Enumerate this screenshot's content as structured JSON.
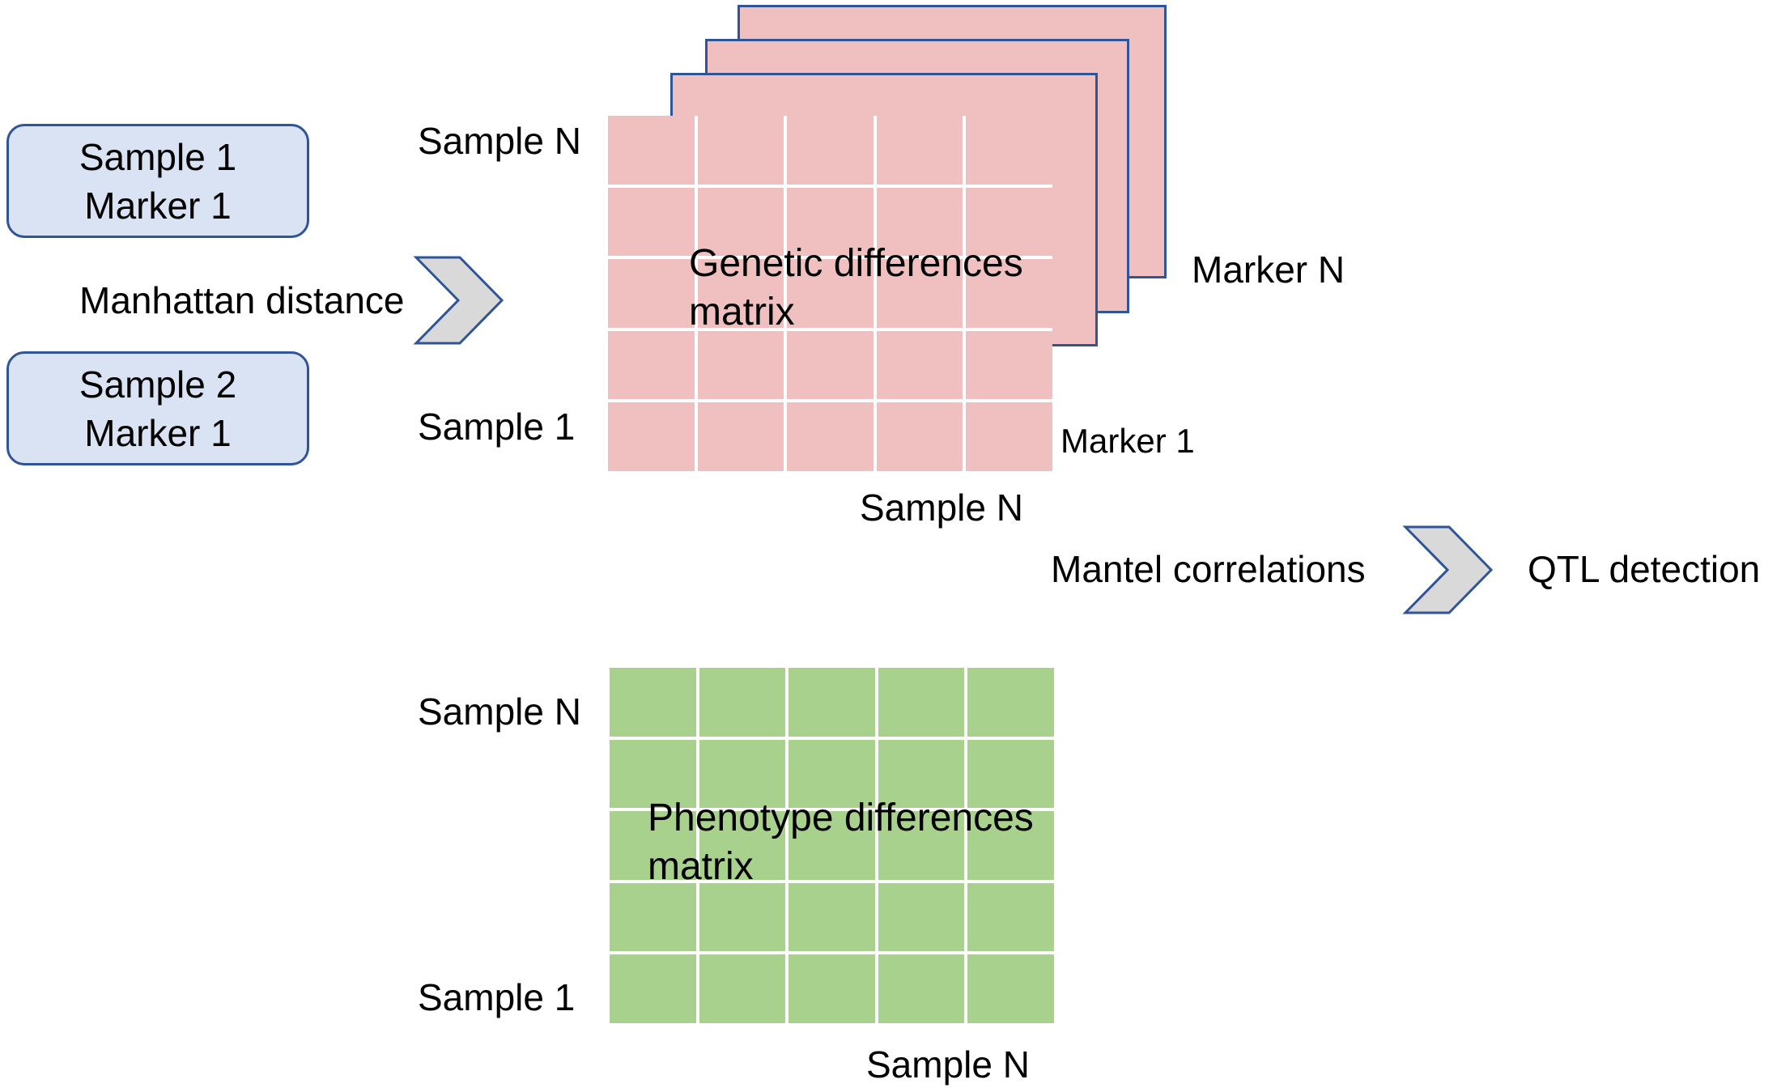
{
  "inputs": {
    "box1": {
      "line1": "Sample 1",
      "line2": "Marker 1"
    },
    "box2": {
      "line1": "Sample 2",
      "line2": "Marker 1"
    },
    "operation": "Manhattan distance"
  },
  "genetic_matrix": {
    "title_line1": "Genetic differences",
    "title_line2": "matrix",
    "row_top": "Sample N",
    "row_bottom": "Sample 1",
    "col_label": "Sample N",
    "front_layer": "Marker 1",
    "back_layer": "Marker N"
  },
  "phenotype_matrix": {
    "title_line1": "Phenotype differences",
    "title_line2": "matrix",
    "row_top": "Sample N",
    "row_bottom": "Sample 1",
    "col_label": "Sample N"
  },
  "analysis": {
    "operation": "Mantel correlations",
    "result": "QTL detection"
  },
  "colors": {
    "input_fill": "#dae3f3",
    "outline": "#2f5597",
    "genetic_fill": "#f0bfc0",
    "phenotype_fill": "#a9d18e",
    "arrow_fill": "#d9d9d9"
  }
}
